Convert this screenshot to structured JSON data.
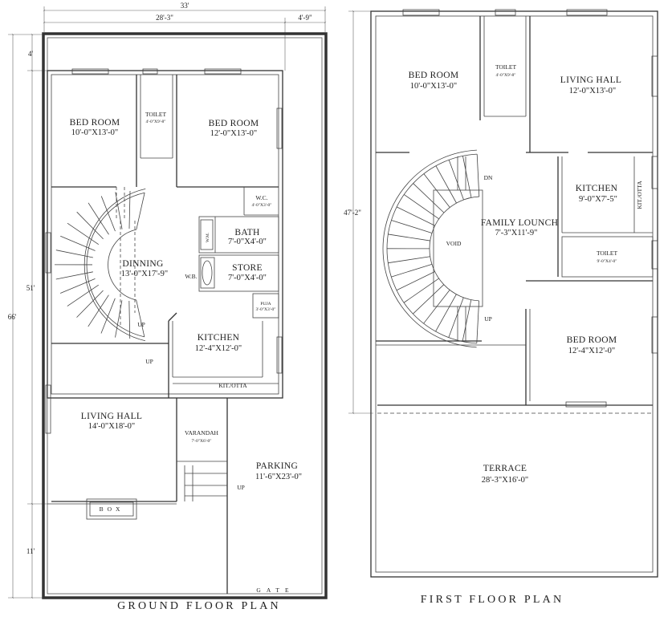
{
  "ground": {
    "title": "GROUND FLOOR PLAN",
    "dims": {
      "width": "33'",
      "w1": "28'-3\"",
      "w2": "4'-9\"",
      "total": "66'",
      "d1": "4'",
      "d2": "51'",
      "d3": "11'"
    },
    "rooms": {
      "bed1": {
        "name": "BED ROOM",
        "size": "10'-0\"X13'-0\""
      },
      "toilet": {
        "name": "TOILET",
        "size": "4'-0\"X9'-8\""
      },
      "bed2": {
        "name": "BED ROOM",
        "size": "12'-0\"X13'-0\""
      },
      "wc": {
        "name": "W.C.",
        "size": "4'-0\"X3'-0\""
      },
      "bath": {
        "name": "BATH",
        "size": "7'-0\"X4'-0\""
      },
      "wm": "W.M.",
      "store": {
        "name": "STORE",
        "size": "7'-0\"X4'-0\""
      },
      "wb": "W.B.",
      "dinning": {
        "name": "DINNING",
        "size": "13'-0\"X17'-9\""
      },
      "puja": {
        "name": "PUJA",
        "size": "3'-0\"X3'-0\""
      },
      "kitchen": {
        "name": "KITCHEN",
        "size": "12'-4\"X12'-0\""
      },
      "kitotta": "KIT./OTTA",
      "up1": "UP",
      "up2": "UP",
      "living": {
        "name": "LIVING HALL",
        "size": "14'-0\"X18'-0\""
      },
      "varandah": {
        "name": "VARANDAH",
        "size": "7'-0\"X6'-0\""
      },
      "up3": "UP",
      "parking": {
        "name": "PARKING",
        "size": "11'-6\"X23'-0\""
      },
      "box": "BOX",
      "gate": "GATE"
    }
  },
  "first": {
    "title": "FIRST FLOOR PLAN",
    "dims": {
      "total": "47'-2\""
    },
    "rooms": {
      "bed1": {
        "name": "BED ROOM",
        "size": "10'-0\"X13'-0\""
      },
      "toilet1": {
        "name": "TOILET",
        "size": "4'-0\"X9'-8\""
      },
      "living": {
        "name": "LIVING HALL",
        "size": "12'-0\"X13'-0\""
      },
      "dn": "DN",
      "kitchen": {
        "name": "KITCHEN",
        "size": "9'-0\"X7'-5\""
      },
      "kitotta": "KIT./OTTA",
      "void": "VOID",
      "family": {
        "name": "FAMILY LOUNCH",
        "size": "7'-3\"X11'-9\""
      },
      "toilet2": {
        "name": "TOILET",
        "size": "9'-0\"X4'-0\""
      },
      "up": "UP",
      "bed2": {
        "name": "BED ROOM",
        "size": "12'-4\"X12'-0\""
      },
      "terrace": {
        "name": "TERRACE",
        "size": "28'-3\"X16'-0\""
      }
    }
  }
}
